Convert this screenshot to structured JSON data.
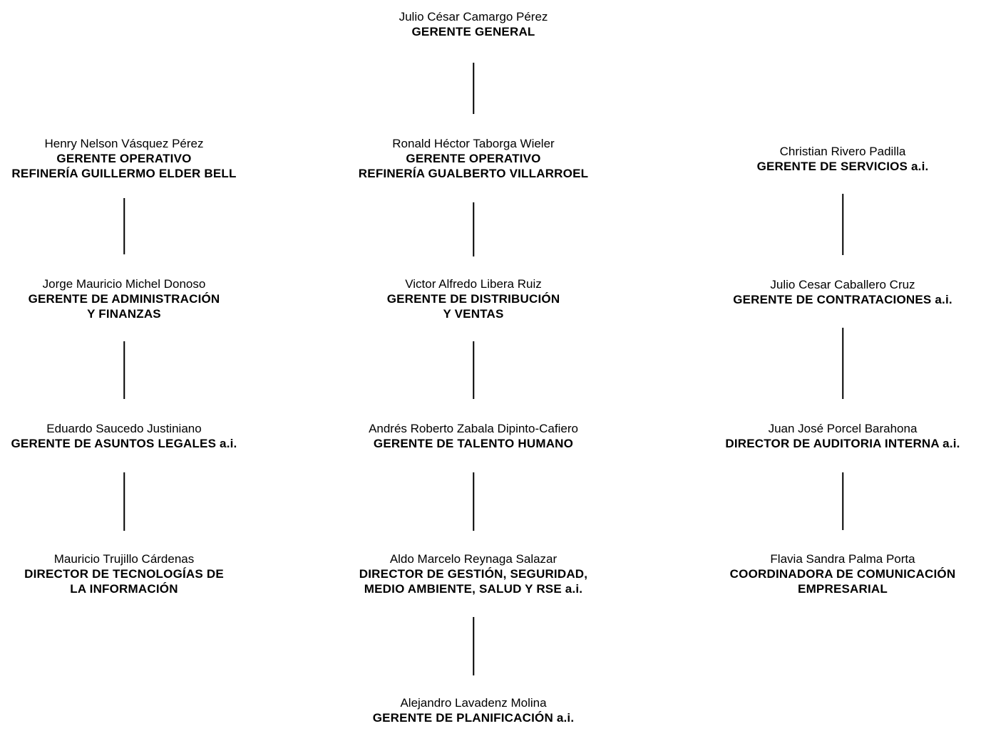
{
  "colors": {
    "background": "#ffffff",
    "text": "#000000",
    "connector_line": "#000000"
  },
  "org_chart": {
    "type": "organizational-chart",
    "nodes": [
      {
        "id": "gerente-general",
        "name": "Julio César Camargo Pérez",
        "title": "GERENTE GENERAL"
      },
      {
        "id": "gerente-operativo-geb",
        "name": "Henry Nelson Vásquez Pérez",
        "title": "GERENTE OPERATIVO\nREFINERÍA GUILLERMO ELDER BELL"
      },
      {
        "id": "gerente-operativo-gv",
        "name": "Ronald Héctor Taborga Wieler",
        "title": "GERENTE OPERATIVO\nREFINERÍA GUALBERTO VILLARROEL"
      },
      {
        "id": "gerente-servicios",
        "name": "Christian Rivero Padilla",
        "title": "GERENTE DE SERVICIOS a.i."
      },
      {
        "id": "gerente-admin-finanzas",
        "name": "Jorge Mauricio Michel Donoso",
        "title": "GERENTE DE ADMINISTRACIÓN\nY FINANZAS"
      },
      {
        "id": "gerente-distribucion",
        "name": "Victor Alfredo Libera Ruiz",
        "title": "GERENTE DE DISTRIBUCIÓN\nY VENTAS"
      },
      {
        "id": "gerente-contrataciones",
        "name": "Julio Cesar Caballero Cruz",
        "title": "GERENTE DE CONTRATACIONES a.i."
      },
      {
        "id": "gerente-asuntos-legales",
        "name": "Eduardo Saucedo Justiniano",
        "title": "GERENTE DE ASUNTOS LEGALES a.i."
      },
      {
        "id": "gerente-talento-humano",
        "name": "Andrés Roberto Zabala Dipinto-Cafiero",
        "title": "GERENTE DE TALENTO HUMANO"
      },
      {
        "id": "director-auditoria",
        "name": "Juan José Porcel Barahona",
        "title": "DIRECTOR DE AUDITORIA INTERNA a.i."
      },
      {
        "id": "director-tecnologias",
        "name": "Mauricio Trujillo Cárdenas",
        "title": "DIRECTOR DE TECNOLOGÍAS DE\nLA INFORMACIÓN"
      },
      {
        "id": "director-gestion-seguridad",
        "name": "Aldo Marcelo Reynaga Salazar",
        "title": "DIRECTOR DE GESTIÓN, SEGURIDAD,\nMEDIO AMBIENTE, SALUD Y RSE a.i."
      },
      {
        "id": "coordinadora-comunicacion",
        "name": "Flavia Sandra Palma Porta",
        "title": "COORDINADORA DE COMUNICACIÓN\nEMPRESARIAL"
      },
      {
        "id": "gerente-planificacion",
        "name": "Alejandro Lavadenz Molina",
        "title": "GERENTE DE PLANIFICACIÓN a.i."
      }
    ]
  }
}
